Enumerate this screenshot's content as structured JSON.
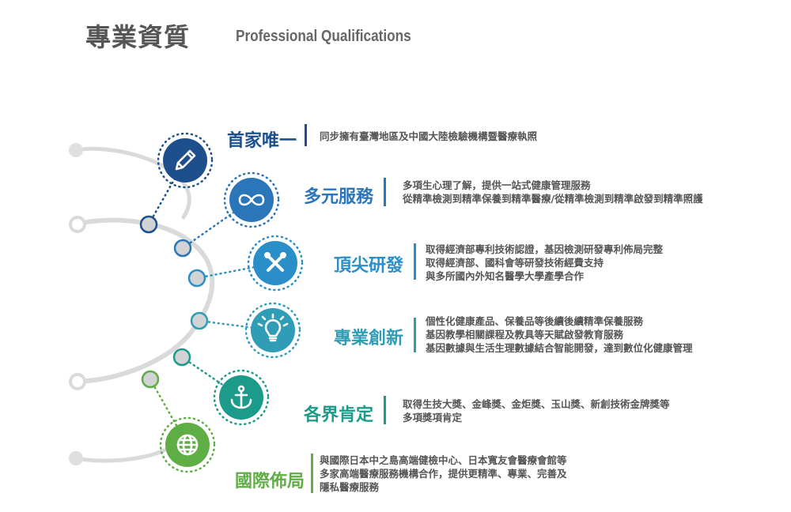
{
  "heading": {
    "title_zh": "專業資質",
    "title_en": "Professional Qualifications"
  },
  "items": [
    {
      "title": "首家唯一",
      "icon": "pen-icon",
      "color": "#1d4f8c",
      "lines": [
        "同步擁有臺灣地區及中國大陸檢驗機構暨醫療執照"
      ]
    },
    {
      "title": "多元服務",
      "icon": "infinity-icon",
      "color": "#2a76b9",
      "lines": [
        "多項生心理了解，提供一站式健康管理服務",
        "從精準檢測到精準保養到精準醫療/從精準檢測到精準啟發到精準照護"
      ]
    },
    {
      "title": "頂尖研發",
      "icon": "tools-icon",
      "color": "#2a8fc9",
      "lines": [
        "取得經濟部專利技術認證，基因檢測研發專利佈局完整",
        "取得經濟部、國科會等研發技術經費支持",
        "與多所國內外知名醫學大學產學合作"
      ]
    },
    {
      "title": "專業創新",
      "icon": "lightbulb-icon",
      "color": "#2f9db5",
      "lines": [
        "個性化健康產品、保養品等後續後續精準保養服務",
        "基因教學相關課程及教具等天賦啟發教育服務",
        "基因數據與生活生理數據結合智能開發，達到數位化健康管理"
      ]
    },
    {
      "title": "各界肯定",
      "icon": "anchor-icon",
      "color": "#1c9a8a",
      "lines": [
        "取得生技大獎、金峰獎、金炬獎、玉山獎、新創技術金牌獎等",
        "多項獎項肯定"
      ]
    },
    {
      "title": "國際佈局",
      "icon": "globe-icon",
      "color": "#5fae45",
      "lines": [
        "與國際日本中之島高端健檢中心、日本寬友會醫療會館等",
        "多家高端醫療服務機構合作，提供更精準、專業、完善及",
        "隱私醫療服務"
      ]
    }
  ]
}
